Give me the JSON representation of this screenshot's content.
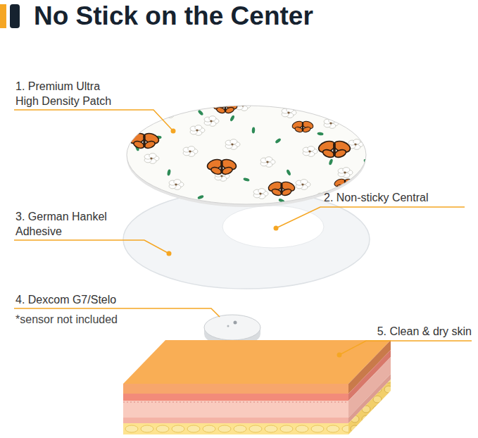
{
  "diagram": {
    "title": "No Stick on the Center",
    "labels": [
      "1. Premium Ultra High Density Patch",
      "2. Non-sticky Central",
      "3. German Hankel Adhesive",
      "4. Dexcom G7/Stelo",
      "*sensor not included",
      "5. Clean & dry skin"
    ]
  }
}
